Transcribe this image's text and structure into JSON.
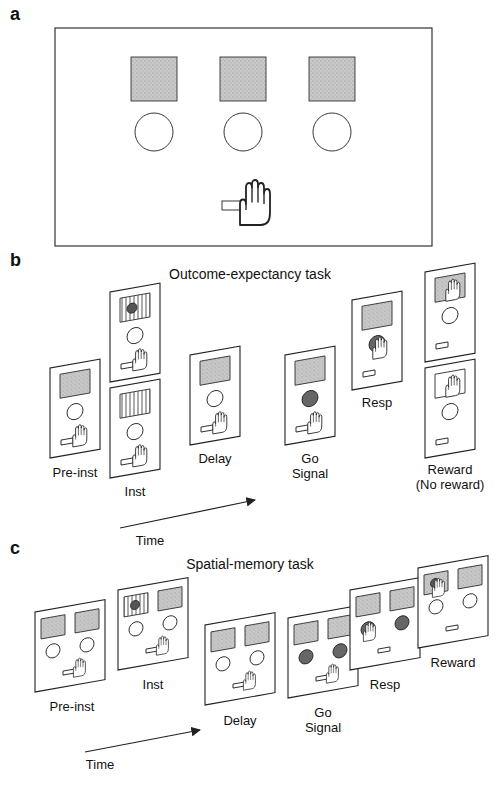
{
  "diagram": {
    "labels": [
      "a",
      "b",
      "Outcome-expectancy task",
      "Pre-inst",
      "Inst",
      "Delay",
      "Go Signal",
      "Resp",
      "Reward",
      "(No reward)",
      "Time",
      "c",
      "Spatial-memory task",
      "Pre-inst",
      "Inst",
      "Delay",
      "Go Signal",
      "Resp",
      "Reward",
      "Time"
    ]
  }
}
